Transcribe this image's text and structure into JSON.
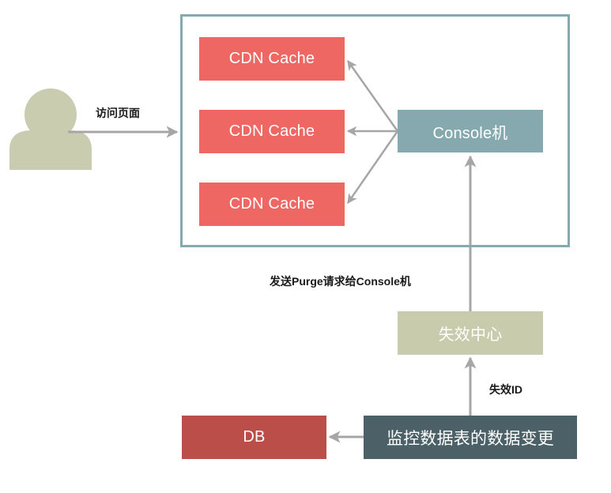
{
  "diagram": {
    "title": "CDN cache purge flow",
    "colors": {
      "cdn_cache": "#ef6763",
      "console": "#85a9ae",
      "container_border": "#85a9ae",
      "invalidation_center": "#c8ccad",
      "user": "#c9ccae",
      "db": "#bc4e4a",
      "monitor": "#4b6067",
      "arrow": "#a6a6a6"
    },
    "nodes": {
      "user": {
        "icon": "user-icon"
      },
      "cdn_caches": [
        {
          "label": "CDN Cache"
        },
        {
          "label": "CDN Cache"
        },
        {
          "label": "CDN Cache"
        }
      ],
      "console": {
        "label": "Console机"
      },
      "invalidation_center": {
        "label": "失效中心"
      },
      "db": {
        "label": "DB"
      },
      "monitor": {
        "label": "监控数据表的数据变更"
      }
    },
    "edges": [
      {
        "from": "user",
        "to": "cdn_container",
        "label": "访问页面"
      },
      {
        "from": "console",
        "to": "cdn_cache_1",
        "label": ""
      },
      {
        "from": "console",
        "to": "cdn_cache_2",
        "label": ""
      },
      {
        "from": "console",
        "to": "cdn_cache_3",
        "label": ""
      },
      {
        "from": "invalidation_center",
        "to": "console",
        "label": "发送Purge请求给Console机"
      },
      {
        "from": "monitor",
        "to": "invalidation_center",
        "label": "失效ID"
      },
      {
        "from": "monitor",
        "to": "db",
        "label": ""
      }
    ],
    "edge_labels": {
      "visit_page": "访问页面",
      "send_purge": "发送Purge请求给Console机",
      "invalidation_id": "失效ID"
    }
  }
}
